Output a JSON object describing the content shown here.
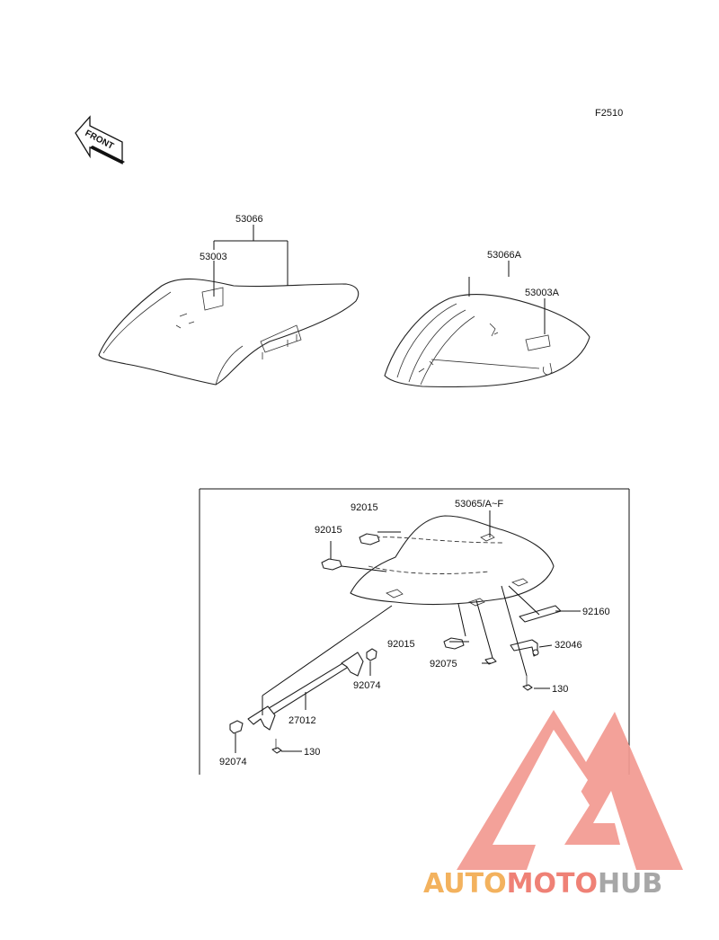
{
  "figure_code": "F2510",
  "front_arrow_text": "FRONT",
  "labels": {
    "l53066": "53066",
    "l53003": "53003",
    "l53066A": "53066A",
    "l53003A": "53003A",
    "l92015_top": "92015",
    "l92015_left": "92015",
    "l53065": "53065/A~F",
    "l92160": "92160",
    "l92015_mid": "92015",
    "l32046": "32046",
    "l92075": "92075",
    "l92074_right": "92074",
    "l130_right": "130",
    "l27012": "27012",
    "l92074_left": "92074",
    "l130_left": "130"
  },
  "watermark": {
    "part1": "AUTO",
    "part2": "MOTO",
    "part3": "HUB",
    "colors": {
      "auto": "#f3b25e",
      "moto": "#ef8176",
      "hub": "#a7a7a7",
      "logo": "#f29a91"
    }
  }
}
